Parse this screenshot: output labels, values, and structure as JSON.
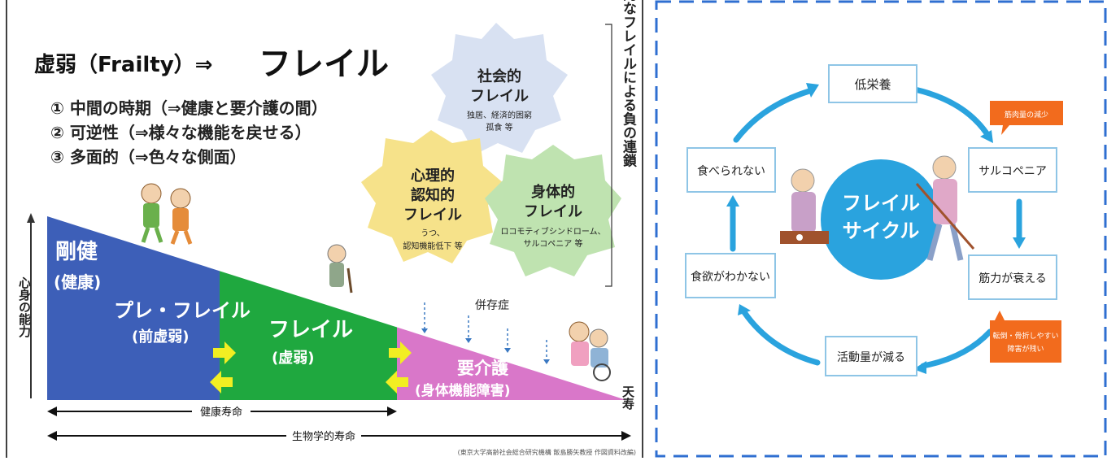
{
  "left": {
    "title_prefix": "虚弱（Frailty）⇒",
    "title_main": "フレイル",
    "points": [
      "① 中間の時期（⇒健康と要介護の間）",
      "② 可逆性（⇒様々な機能を戻せる）",
      "③ 多面的（⇒色々な側面）"
    ],
    "gears": {
      "social": {
        "title1": "社会的",
        "title2": "フレイル",
        "sub1": "独居、経済的困窮",
        "sub2": "孤食 等"
      },
      "mental": {
        "title1": "心理的",
        "title2": "認知的",
        "title3": "フレイル",
        "sub1": "うつ、",
        "sub2": "認知機能低下 等"
      },
      "physical": {
        "title1": "身体的",
        "title2": "フレイル",
        "sub1": "ロコモティブシンドローム、",
        "sub2": "サルコペニア 等"
      }
    },
    "side_vertical": "多面的なフレイルによる負の連鎖",
    "y_axis": "心身の能力",
    "stages": {
      "robust": "剛健",
      "robust_sub": "(健康)",
      "prefrail": "プレ・フレイル",
      "prefrail_sub": "(前虚弱)",
      "frail": "フレイル",
      "frail_sub": "(虚弱)",
      "care": "要介護",
      "care_sub": "(身体機能障害)"
    },
    "comorbidity": "併存症",
    "death": "天寿",
    "healthy_life": "健康寿命",
    "bio_life": "生物学的寿命",
    "source": "(東京大学高齢社会総合研究機構 飯島勝矢教授 作図資料改編)"
  },
  "right": {
    "center1": "フレイル",
    "center2": "サイクル",
    "nodes": {
      "top": "低栄養",
      "tr": "サルコペニア",
      "br": "筋力が衰える",
      "bottom": "活動量が減る",
      "bl": "食欲がわかない",
      "tl": "食べられない"
    },
    "badge1": "筋肉量の減少",
    "badge2a": "転倒・骨折しやすい",
    "badge2b": "障害が残い"
  },
  "colors": {
    "blue": "#3d5fb8",
    "green": "#1fa83f",
    "pink": "#d977c9",
    "yellow": "#f2ee22",
    "cycle_blue": "#2aa3de",
    "badge_orange": "#f26b1d",
    "node_border": "#8ec5e6"
  }
}
